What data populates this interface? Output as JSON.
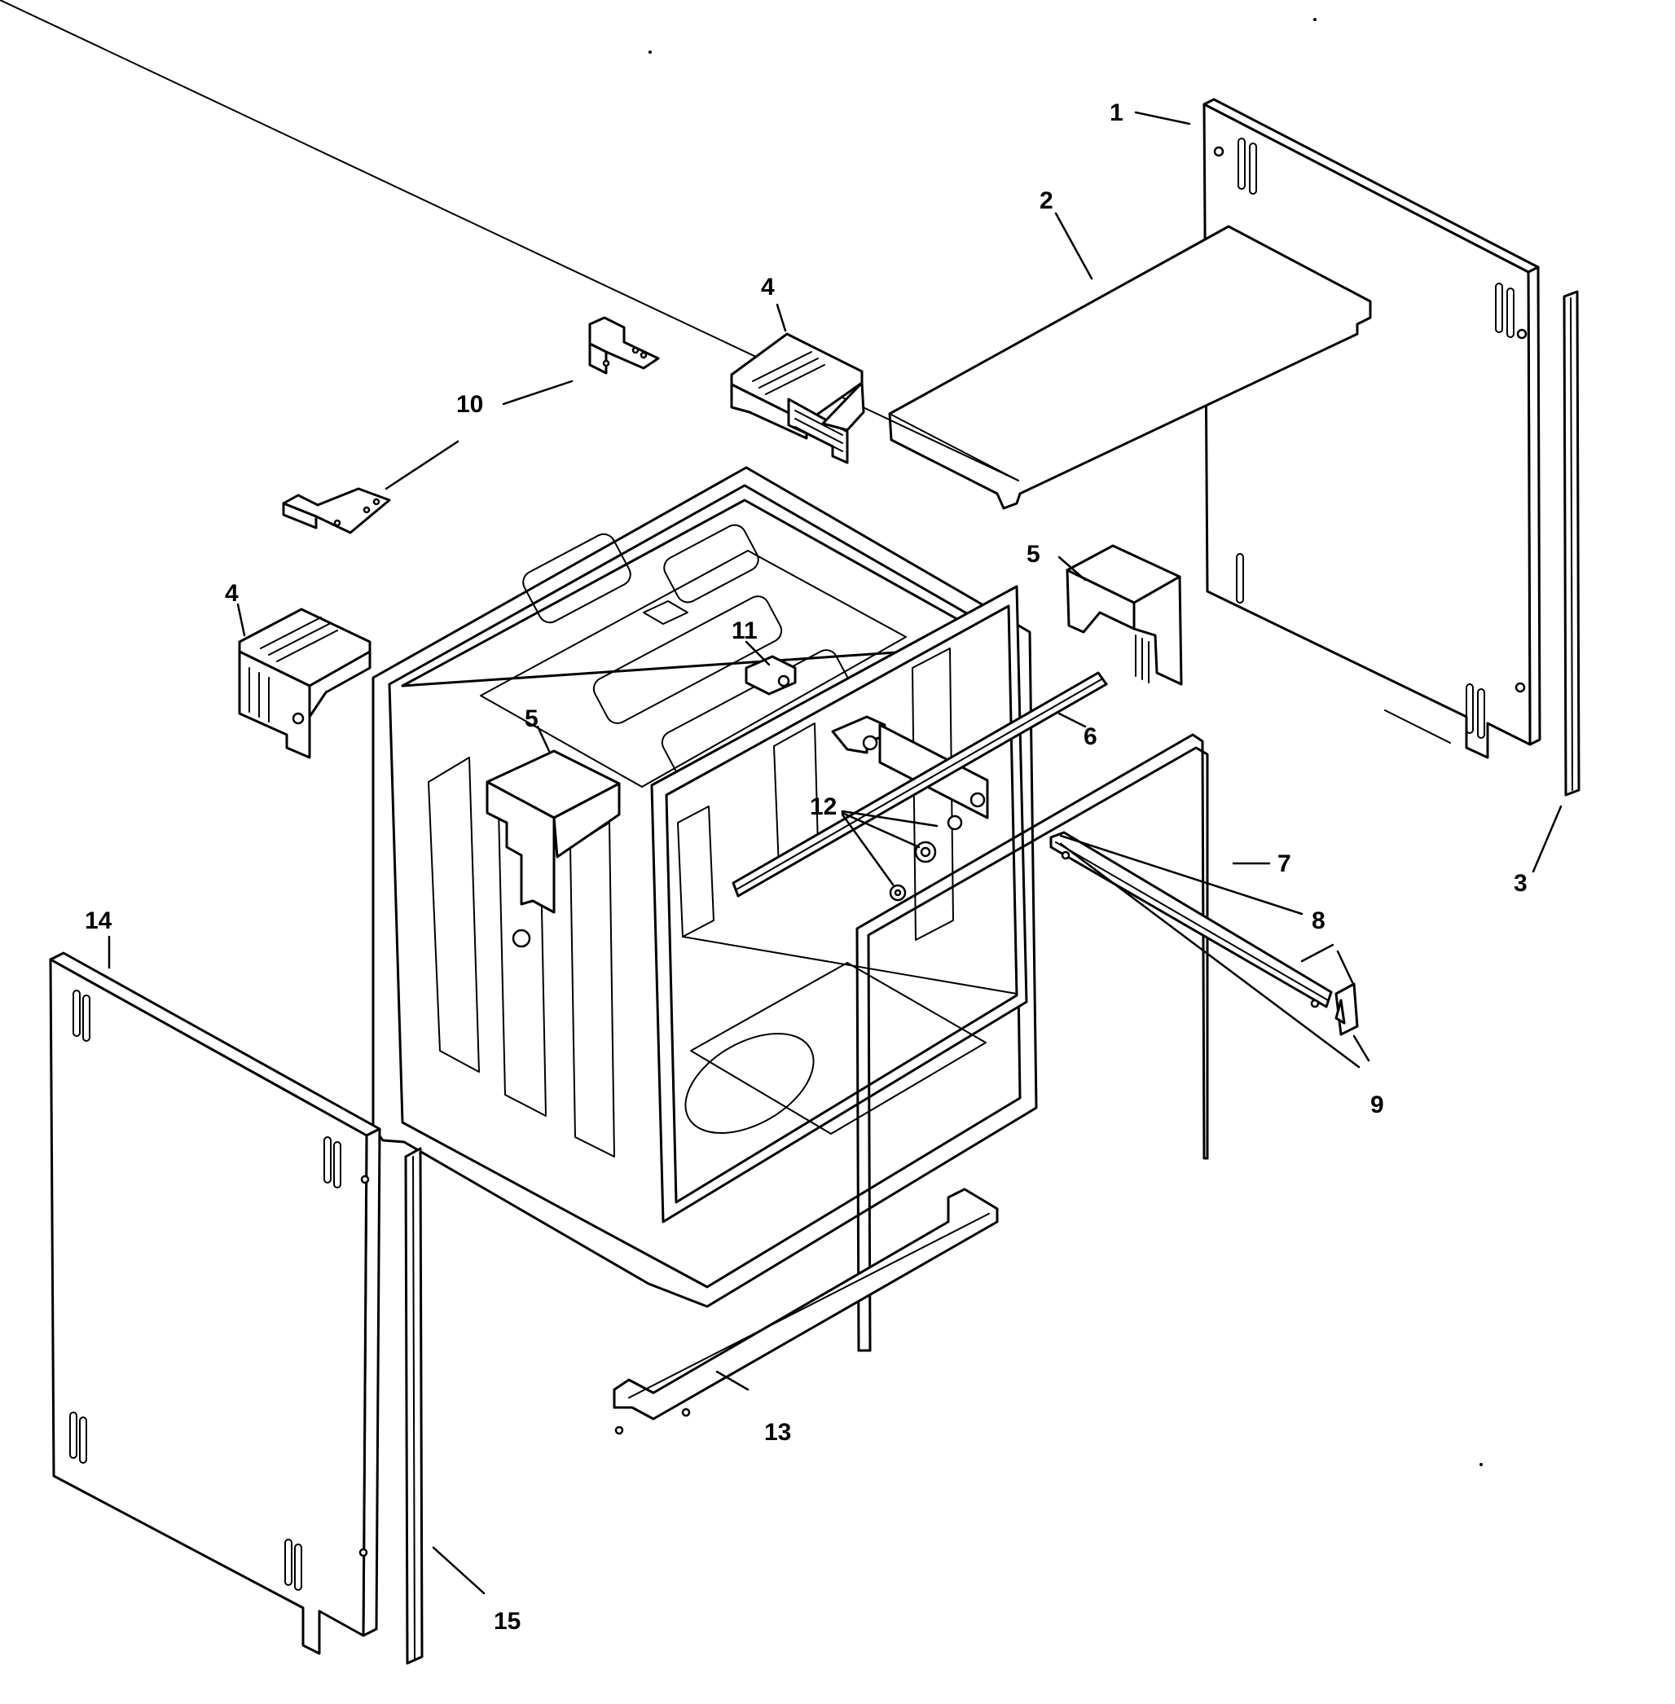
{
  "diagram": {
    "callouts": {
      "c1": "1",
      "c2": "2",
      "c3": "3",
      "c4a": "4",
      "c4b": "4",
      "c5a": "5",
      "c5b": "5",
      "c6": "6",
      "c7": "7",
      "c8": "8",
      "c9": "9",
      "c10": "10",
      "c11": "11",
      "c12": "12",
      "c13": "13",
      "c14": "14",
      "c15": "15"
    }
  }
}
